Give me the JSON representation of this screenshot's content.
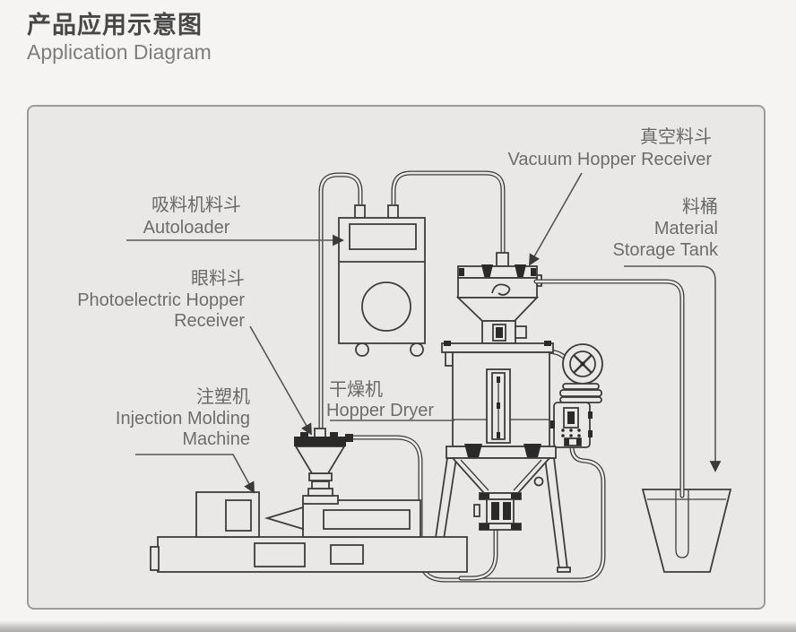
{
  "page": {
    "title_zh": "产品应用示意图",
    "title_en": "Application Diagram"
  },
  "labels": {
    "vacuum_hopper": {
      "zh": "真空料斗",
      "en": "Vacuum Hopper Receiver"
    },
    "material_tank": {
      "zh": "料桶",
      "en_line1": "Material",
      "en_line2": "Storage Tank"
    },
    "autoloader": {
      "zh": "吸料机料斗",
      "en": "Autoloader"
    },
    "photoelectric_hopper": {
      "zh": "眼料斗",
      "en_line1": "Photoelectric Hopper",
      "en_line2": "Receiver"
    },
    "injection_machine": {
      "zh": "注塑机",
      "en_line1": "Injection Molding",
      "en_line2": "Machine"
    },
    "hopper_dryer": {
      "zh": "干燥机",
      "en": "Hopper Dryer"
    }
  },
  "colors": {
    "line": "#3d3d3d",
    "label_text": "#6d6d6d",
    "panel_bg": "#e9e8e6",
    "panel_border": "#9c9c9c",
    "title_zh": "#474747",
    "title_en": "#7d7d7d"
  }
}
